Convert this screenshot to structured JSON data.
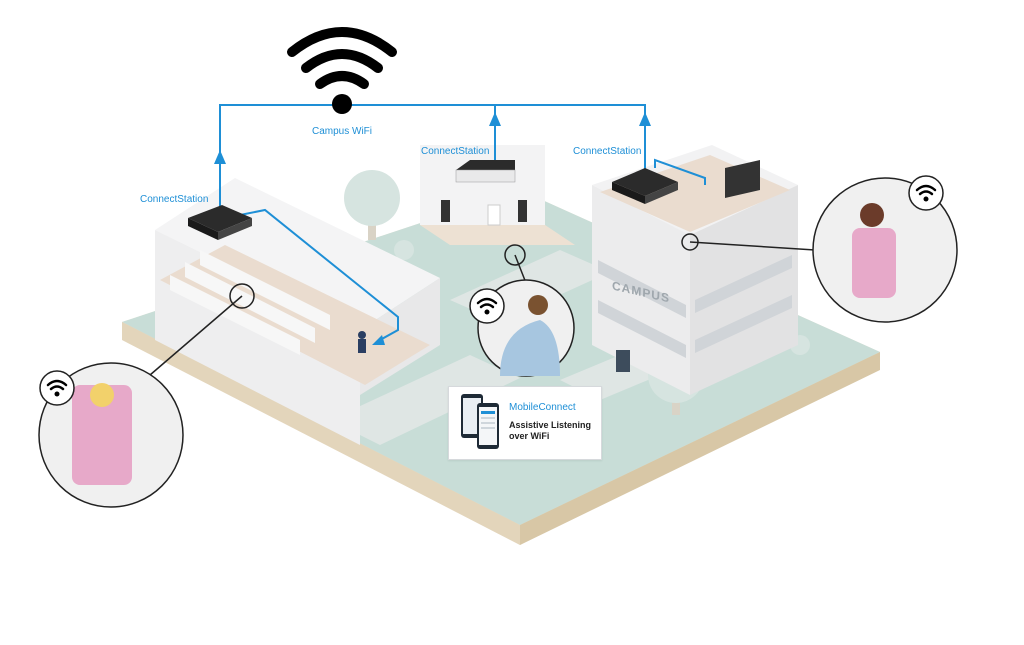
{
  "network": {
    "wifi_label": "Campus WiFi",
    "wifi_icon": "wifi-icon",
    "line_color": "#1e8fd6"
  },
  "stations": [
    {
      "label": "ConnectStation"
    },
    {
      "label": "ConnectStation"
    },
    {
      "label": "ConnectStation"
    }
  ],
  "building": {
    "sign": "CAMPUS"
  },
  "billboard": {
    "title": "MobileConnect",
    "subtitle": "Assistive Listening over WiFi"
  },
  "colors": {
    "ground": "#c9ddd8",
    "ground_edge": "#e8dcc6",
    "floor": "#eadccf",
    "wall": "#f3f3f4",
    "accent": "#1e8fd6"
  }
}
